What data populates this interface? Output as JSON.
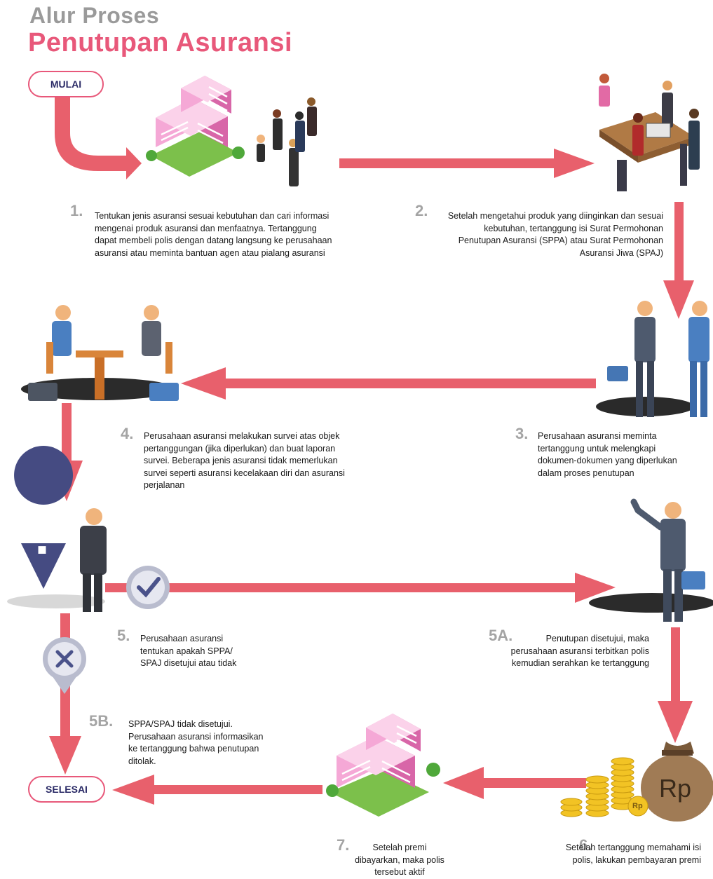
{
  "header": {
    "line1": "Alur Proses",
    "line2": "Penutupan Asuransi"
  },
  "start_label": "MULAI",
  "end_label": "SELESAI",
  "money_label": "Rp",
  "coin_label": "Rp",
  "steps": [
    {
      "num": "1.",
      "text": "Tentukan jenis asuransi sesuai kebutuhan dan cari informasi mengenai produk asuransi dan menfaatnya. Tertanggung dapat membeli polis dengan datang langsung ke perusahaan asuransi atau meminta bantuan agen atau pialang asuransi"
    },
    {
      "num": "2.",
      "text": "Setelah mengetahui produk yang diinginkan dan sesuai kebutuhan, tertanggung isi Surat Permohonan Penutupan Asuransi (SPPA) atau Surat Permohonan Asuransi Jiwa (SPAJ)"
    },
    {
      "num": "3.",
      "text": "Perusahaan asuransi meminta tertanggung untuk melengkapi dokumen-dokumen yang diperlukan dalam proses penutupan"
    },
    {
      "num": "4.",
      "text": "Perusahaan asuransi melakukan survei atas objek pertanggungan (jika diperlukan) dan buat laporan survei. Beberapa jenis asuransi tidak memerlukan survei seperti asuransi kecelakaan diri dan asuransi perjalanan"
    },
    {
      "num": "5.",
      "text": "Perusahaan asuransi tentukan apakah SPPA/ SPAJ disetujui atau tidak"
    },
    {
      "num": "5A.",
      "text": "Penutupan disetujui, maka perusahaan asuransi terbitkan polis kemudian serahkan ke tertanggung"
    },
    {
      "num": "5B.",
      "text": "SPPA/SPAJ tidak disetujui. Perusahaan asuransi informasikan ke tertanggung bahwa penutupan ditolak."
    },
    {
      "num": "6.",
      "text": "Setelah tertanggung memahami isi polis, lakukan pembayaran premi"
    },
    {
      "num": "7.",
      "text": "Setelah premi dibayarkan, maka polis tersebut aktif"
    }
  ],
  "colors": {
    "arrow": "#e8606c",
    "accent": "#e8587a",
    "heading_grey": "#9a9a9a",
    "number_grey": "#a4a4a4",
    "building_pink": "#ec7fc0",
    "navy_text": "#2a2a66"
  }
}
